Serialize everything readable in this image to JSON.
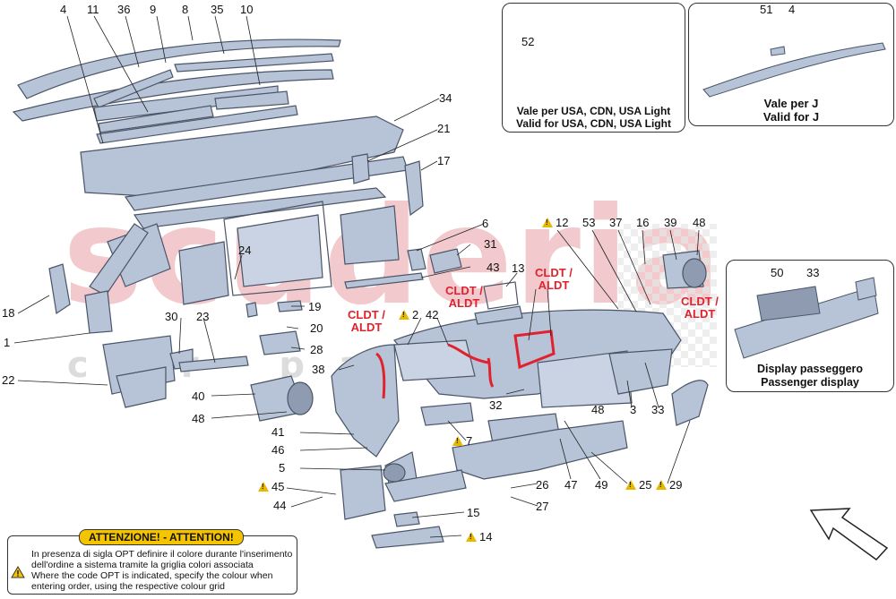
{
  "watermark": {
    "word": "scuderia",
    "sub": "car parts"
  },
  "callouts": [
    {
      "id": "4",
      "label": "4",
      "warn": false
    },
    {
      "id": "11",
      "label": "11",
      "warn": false
    },
    {
      "id": "36",
      "label": "36",
      "warn": false
    },
    {
      "id": "9",
      "label": "9",
      "warn": false
    },
    {
      "id": "8",
      "label": "8",
      "warn": false
    },
    {
      "id": "35",
      "label": "35",
      "warn": false
    },
    {
      "id": "10",
      "label": "10",
      "warn": false
    },
    {
      "id": "34",
      "label": "34",
      "warn": false
    },
    {
      "id": "21",
      "label": "21",
      "warn": false
    },
    {
      "id": "17",
      "label": "17",
      "warn": false
    },
    {
      "id": "6",
      "label": "6",
      "warn": false
    },
    {
      "id": "31",
      "label": "31",
      "warn": false
    },
    {
      "id": "43",
      "label": "43",
      "warn": false
    },
    {
      "id": "24",
      "label": "24",
      "warn": false
    },
    {
      "id": "18",
      "label": "18",
      "warn": false
    },
    {
      "id": "19",
      "label": "19",
      "warn": false
    },
    {
      "id": "30",
      "label": "30",
      "warn": false
    },
    {
      "id": "23",
      "label": "23",
      "warn": false
    },
    {
      "id": "20",
      "label": "20",
      "warn": false
    },
    {
      "id": "1",
      "label": "1",
      "warn": false
    },
    {
      "id": "28",
      "label": "28",
      "warn": false
    },
    {
      "id": "22",
      "label": "22",
      "warn": false
    },
    {
      "id": "29b",
      "label": "29",
      "warn": false
    },
    {
      "id": "40",
      "label": "40",
      "warn": false
    },
    {
      "id": "48a",
      "label": "48",
      "warn": false
    },
    {
      "id": "41",
      "label": "41",
      "warn": false
    },
    {
      "id": "46",
      "label": "46",
      "warn": false
    },
    {
      "id": "5",
      "label": "5",
      "warn": false
    },
    {
      "id": "45",
      "label": "45",
      "warn": true
    },
    {
      "id": "44",
      "label": "44",
      "warn": false
    },
    {
      "id": "12",
      "label": "12",
      "warn": true
    },
    {
      "id": "53",
      "label": "53",
      "warn": false
    },
    {
      "id": "37",
      "label": "37",
      "warn": false
    },
    {
      "id": "16",
      "label": "16",
      "warn": false
    },
    {
      "id": "39",
      "label": "39",
      "warn": false
    },
    {
      "id": "48b",
      "label": "48",
      "warn": false
    },
    {
      "id": "13",
      "label": "13",
      "warn": false
    },
    {
      "id": "2",
      "label": "2",
      "warn": true
    },
    {
      "id": "42",
      "label": "42",
      "warn": false
    },
    {
      "id": "38",
      "label": "38",
      "warn": false
    },
    {
      "id": "32",
      "label": "32",
      "warn": false
    },
    {
      "id": "48c",
      "label": "48",
      "warn": false
    },
    {
      "id": "3",
      "label": "3",
      "warn": false
    },
    {
      "id": "33a",
      "label": "33",
      "warn": false
    },
    {
      "id": "7",
      "label": "7",
      "warn": true
    },
    {
      "id": "47",
      "label": "47",
      "warn": false
    },
    {
      "id": "49",
      "label": "49",
      "warn": false
    },
    {
      "id": "25",
      "label": "25",
      "warn": true
    },
    {
      "id": "29",
      "label": "29",
      "warn": true
    },
    {
      "id": "26",
      "label": "26",
      "warn": false
    },
    {
      "id": "27",
      "label": "27",
      "warn": false
    },
    {
      "id": "15",
      "label": "15",
      "warn": false
    },
    {
      "id": "14",
      "label": "14",
      "warn": true
    },
    {
      "id": "52",
      "label": "52",
      "warn": false
    },
    {
      "id": "51",
      "label": "51",
      "warn": false
    },
    {
      "id": "4b",
      "label": "4",
      "warn": false
    },
    {
      "id": "50",
      "label": "50",
      "warn": false
    },
    {
      "id": "33b",
      "label": "33",
      "warn": false
    }
  ],
  "red_labels": [
    {
      "id": "r1",
      "line1": "CLDT /",
      "line2": "ALDT"
    },
    {
      "id": "r2",
      "line1": "CLDT /",
      "line2": "ALDT"
    },
    {
      "id": "r3",
      "line1": "CLDT /",
      "line2": "ALDT"
    },
    {
      "id": "r4",
      "line1": "CLDT /",
      "line2": "ALDT"
    }
  ],
  "inset_usa": {
    "line1": "Vale per USA, CDN, USA Light",
    "line2": "Valid for USA, CDN, USA Light"
  },
  "inset_j": {
    "line1": "Vale per J",
    "line2": "Valid for J"
  },
  "inset_display": {
    "line1": "Display passeggero",
    "line2": "Passenger display"
  },
  "attention": {
    "title": "ATTENZIONE! - ATTENTION!",
    "lines": [
      "In presenza di sigla OPT definire il colore durante l'inserimento",
      "dell'ordine a sistema tramite la griglia colori associata",
      "Where the code OPT is indicated, specify the colour when",
      "entering order, using the respective colour grid"
    ]
  },
  "colors": {
    "part_fill": "#b7c3d6",
    "part_stroke": "#4a5568",
    "accent_red": "#e0222f",
    "warn_yellow": "#f5c400"
  }
}
